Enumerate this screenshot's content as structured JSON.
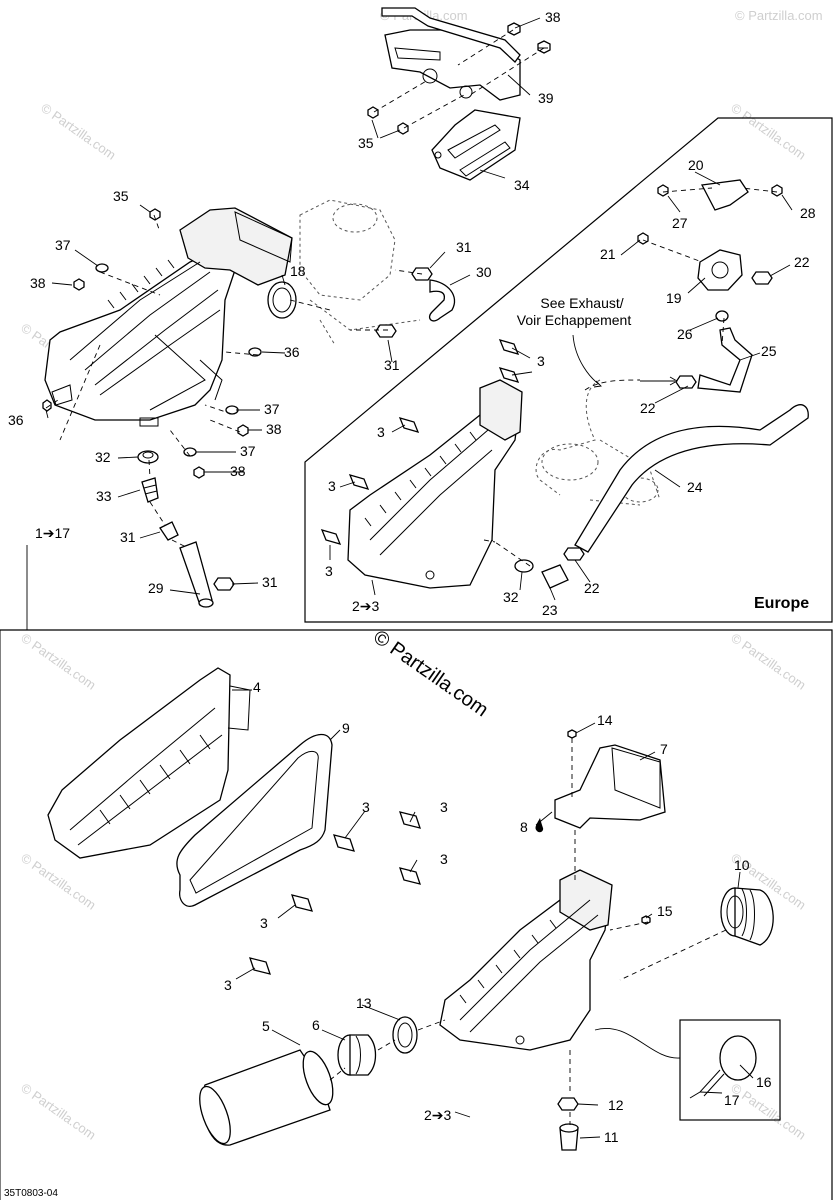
{
  "diagram": {
    "catalog_code": "35T0803-04",
    "region_label": "Europe",
    "see_note_line1": "See Exhaust/",
    "see_note_line2": "Voir Echappement",
    "watermark_center": "© Partzilla.com",
    "watermark_repeat": "© Partzilla.com"
  },
  "callouts": {
    "c38a": "38",
    "c39": "39",
    "c35a": "35",
    "c34": "34",
    "c35b": "35",
    "c37a": "37",
    "c38b": "38",
    "c18": "18",
    "c31a": "31",
    "c30": "30",
    "c31b": "31",
    "c36a": "36",
    "c36b": "36",
    "c37b": "37",
    "c38c": "38",
    "c37c": "37",
    "c38d": "38",
    "c32a": "32",
    "c33": "33",
    "c1_17": "1➔17",
    "c31c": "31",
    "c29": "29",
    "c31d": "31",
    "c20": "20",
    "c27": "27",
    "c28": "28",
    "c21": "21",
    "c22a": "22",
    "c19": "19",
    "c26": "26",
    "c25": "25",
    "c22b": "22",
    "c3a": "3",
    "c3b": "3",
    "c3c": "3",
    "c3d": "3",
    "c24": "24",
    "c32b": "32",
    "c23": "23",
    "c22c": "22",
    "c2_3a": "2➔3",
    "c4": "4",
    "c9": "9",
    "c14": "14",
    "c7": "7",
    "c8": "8",
    "c3e": "3",
    "c3f": "3",
    "c3g": "3",
    "c3h": "3",
    "c3i": "3",
    "c10": "10",
    "c15": "15",
    "c5": "5",
    "c6": "6",
    "c13": "13",
    "c2_3b": "2➔3",
    "c12": "12",
    "c11": "11",
    "c16": "16",
    "c17": "17"
  }
}
